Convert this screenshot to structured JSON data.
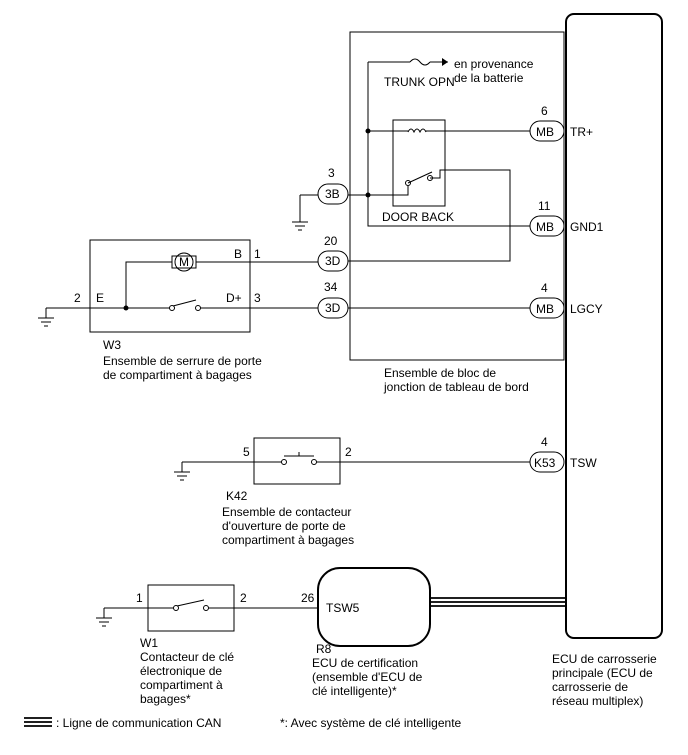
{
  "components": {
    "trunk_opn": "TRUNK OPN",
    "battery_source": [
      "en provenance",
      "de la batterie"
    ],
    "door_back": "DOOR BACK",
    "junction_block": [
      "Ensemble de bloc de",
      "jonction de tableau de bord"
    ],
    "w3_id": "W3",
    "w3_desc": [
      "Ensemble de serrure de porte",
      "de compartiment à bagages"
    ],
    "w3_pins": {
      "e": "E",
      "b": "B",
      "dplus": "D+",
      "motor": "M"
    },
    "k42_id": "K42",
    "k42_desc": [
      "Ensemble de contacteur",
      "d'ouverture de porte de",
      "compartiment à bagages"
    ],
    "w1_id": "W1",
    "w1_desc": [
      "Contacteur de clé",
      "électronique de",
      "compartiment à",
      "bagages*"
    ],
    "r8_id": "R8",
    "r8_desc": [
      "ECU de certification",
      "(ensemble d'ECU de",
      "clé intelligente)*"
    ],
    "r8_pin_label": "TSW5",
    "body_ecu_desc": [
      "ECU de carrosserie",
      "principale (ECU de",
      "carrosserie de",
      "réseau multiplex)"
    ]
  },
  "connectors": {
    "mb": "MB",
    "c3b": "3B",
    "c3d": "3D",
    "k53": "K53"
  },
  "pins": {
    "tr_num": "6",
    "tr": "TR+",
    "gnd1_num": "11",
    "gnd1": "GND1",
    "lgcy_num": "4",
    "lgcy": "LGCY",
    "tsw_num": "4",
    "tsw": "TSW",
    "p3b": "3",
    "p20": "20",
    "p34": "34",
    "w3_b": "1",
    "w3_d": "3",
    "w3_e": "2",
    "k42_left": "5",
    "k42_right": "2",
    "w1_left": "1",
    "w1_right": "2",
    "r8_pin": "26"
  },
  "legend": {
    "can_line": ": Ligne de communication CAN",
    "note": "*: Avec système de clé intelligente"
  }
}
